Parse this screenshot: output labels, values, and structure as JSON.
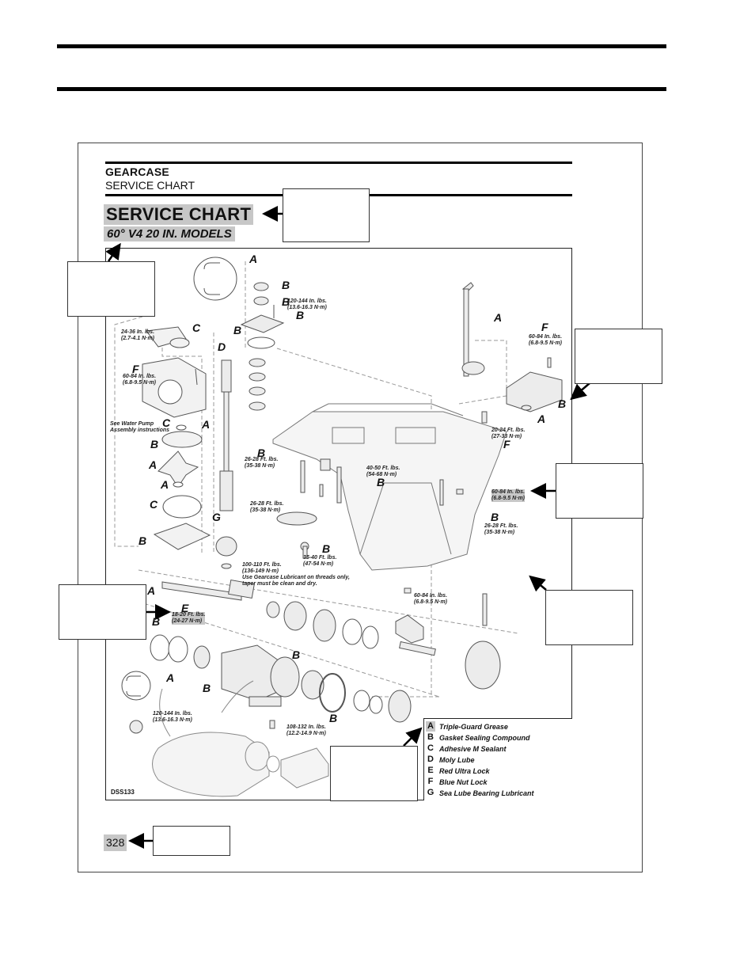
{
  "header": {
    "section": "GEARCASE",
    "subsection": "SERVICE CHART",
    "title": "SERVICE CHART",
    "models": "60° V4 20 IN. MODELS"
  },
  "diagram": {
    "id_label": "DSS133",
    "letters": {
      "a1": "A",
      "b1": "B",
      "b2": "B",
      "b3": "B",
      "c1": "C",
      "f1": "F",
      "d1": "D",
      "a2": "A",
      "c2": "C",
      "b4": "B",
      "a3": "A",
      "a4": "A",
      "c3": "C",
      "b5": "B",
      "g1": "G",
      "b6": "B",
      "b7": "B",
      "b8": "B",
      "a5": "A",
      "f2": "F",
      "b9": "B",
      "a6": "A",
      "f3": "F",
      "b10": "B",
      "a7": "A",
      "e1": "E",
      "b11": "B",
      "a8": "A",
      "b12": "B",
      "b13": "B",
      "b14": "B"
    },
    "torques": {
      "t1": "120-144 In. lbs.",
      "t1m": "(13.6-16.3 N·m)",
      "t2": "24-36 In. lbs.",
      "t2m": "(2.7-4.1 N·m)",
      "t3": "60-84 In. lbs.",
      "t3m": "(6.8-9.5 N·m)",
      "t4": "60-84 In. lbs.",
      "t4m": "(6.8-9.5 N·m)",
      "t5": "20-24 Ft. lbs.",
      "t5m": "(27-33 N·m)",
      "t6": "26-28 Ft. lbs.",
      "t6m": "(35-38 N·m)",
      "t7": "40-50 Ft. lbs.",
      "t7m": "(54-68 N·m)",
      "t8": "26-28 Ft. lbs.",
      "t8m": "(35-38 N·m)",
      "t9": "60-84 In. lbs.",
      "t9m": "(6.8-9.5 N·m)",
      "t10": "26-28 Ft. lbs.",
      "t10m": "(35-38 N·m)",
      "t11": "35-40 Ft. lbs.",
      "t11m": "(47-54 N·m)",
      "t12": "100-110 Ft. lbs.",
      "t12m": "(136-149 N·m)",
      "t13": "60-84 In. lbs.",
      "t13m": "(6.8-9.5 N·m)",
      "t14": "18-20 Ft. lbs.",
      "t14m": "(24-27 N·m)",
      "t15": "120-144 In. lbs.",
      "t15m": "(13.6-16.3 N·m)",
      "t16": "108-132 In. lbs.",
      "t16m": "(12.2-14.9 N·m)"
    },
    "notes": {
      "water_pump_1": "See Water Pump",
      "water_pump_2": "Assembly instructions",
      "lube_1": "Use Gearcase Lubricant on threads only,",
      "lube_2": "taper must be clean and dry."
    }
  },
  "legend": [
    {
      "key": "A",
      "desc": "Triple-Guard Grease"
    },
    {
      "key": "B",
      "desc": "Gasket Sealing Compound"
    },
    {
      "key": "C",
      "desc": "Adhesive M Sealant"
    },
    {
      "key": "D",
      "desc": "Moly Lube"
    },
    {
      "key": "E",
      "desc": "Red Ultra Lock"
    },
    {
      "key": "F",
      "desc": "Blue Nut Lock"
    },
    {
      "key": "G",
      "desc": "Sea Lube Bearing Lubricant"
    }
  ],
  "page_number": "328"
}
